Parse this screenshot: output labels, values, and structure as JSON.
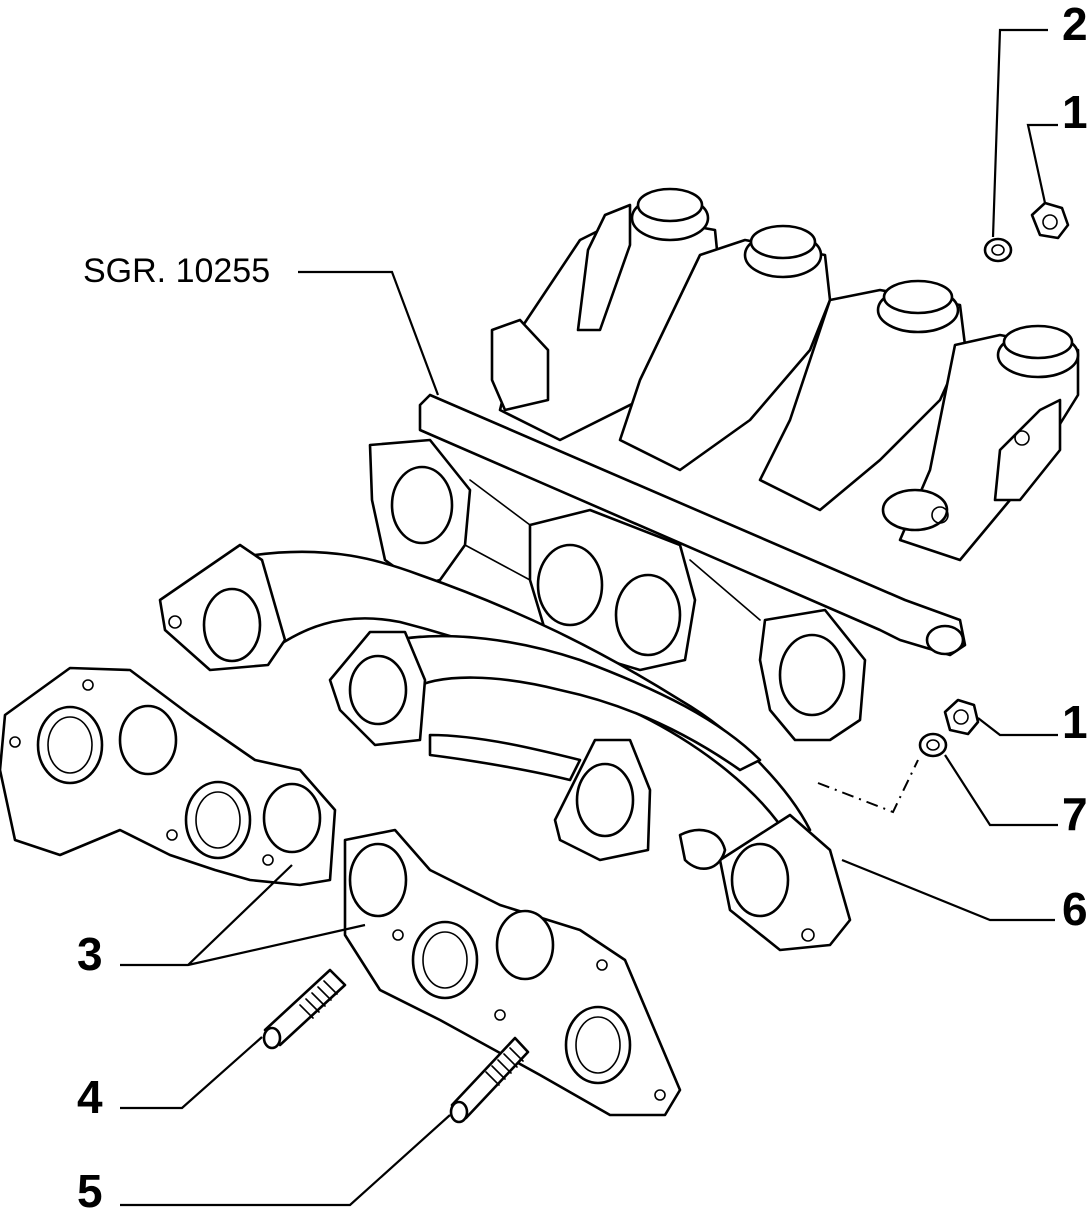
{
  "diagram": {
    "reference_label": "SGR. 10255",
    "callouts": [
      {
        "id": "c2",
        "text": "2"
      },
      {
        "id": "c1a",
        "text": "1"
      },
      {
        "id": "c1b",
        "text": "1"
      },
      {
        "id": "c7",
        "text": "7"
      },
      {
        "id": "c6",
        "text": "6"
      },
      {
        "id": "c3",
        "text": "3"
      },
      {
        "id": "c4",
        "text": "4"
      },
      {
        "id": "c5",
        "text": "5"
      }
    ]
  }
}
